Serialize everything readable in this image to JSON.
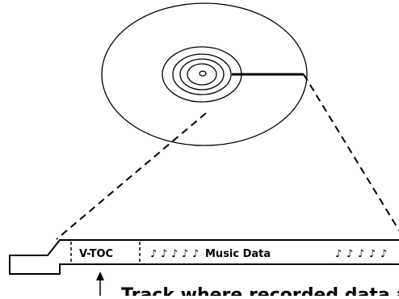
{
  "diagram": {
    "toc_label": "V-TOC",
    "music_label": "Music Data",
    "note_symbol": "♪",
    "caption": "Track where recorded data and",
    "colors": {
      "ink": "#000000",
      "background": "#ffffff"
    }
  }
}
